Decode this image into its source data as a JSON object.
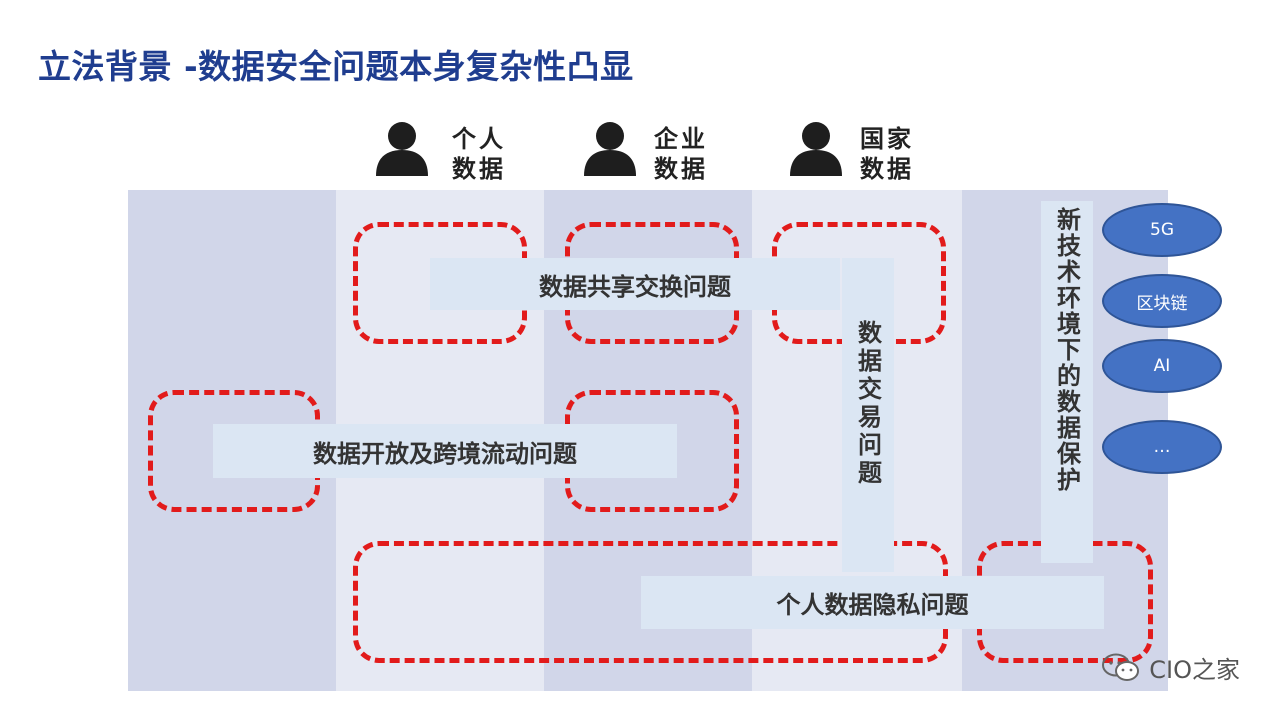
{
  "title": "立法背景 -数据安全问题本身复杂性凸显",
  "categories": [
    {
      "label": "个人数据"
    },
    {
      "label": "企业数据"
    },
    {
      "label": "国家数据"
    }
  ],
  "issues": {
    "sharing": "数据共享交换问题",
    "opening": "数据开放及跨境流动问题",
    "trading": "数据交易问题",
    "privacy": "个人数据隐私问题",
    "new_tech": "新技术环境下的数据保护"
  },
  "technologies": [
    "5G",
    "区块链",
    "AI",
    "…"
  ],
  "watermark": "CIO之家",
  "colors": {
    "title": "#1f3d8f",
    "dashed_border": "#e21b1b",
    "issue_box": "#dbe6f3",
    "tech_ellipse": "#4472c4"
  },
  "icons": {
    "category": "person-icon",
    "watermark": "wechat-icon"
  }
}
